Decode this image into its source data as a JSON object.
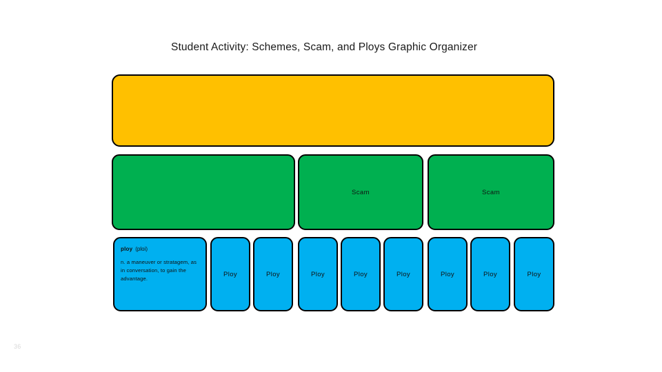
{
  "slide": {
    "title": "Student Activity: Schemes, Scam, and Ploys Graphic Organizer",
    "page_number": "36",
    "colors": {
      "yellow": "#FFC000",
      "green": "#00B050",
      "blue": "#00B0F0",
      "outline": "#000000",
      "background": "#FFFFFF",
      "text": "#111111"
    }
  },
  "organizer": {
    "scheme_row": {
      "label": "",
      "boxes": [
        {
          "name": "scheme-banner",
          "label": ""
        }
      ]
    },
    "scam_row": {
      "boxes": [
        {
          "name": "scam-box-1",
          "label": ""
        },
        {
          "name": "scam-box-2",
          "label": "Scam"
        },
        {
          "name": "scam-box-3",
          "label": "Scam"
        }
      ]
    },
    "ploy_row": {
      "definition": {
        "term": "ploy",
        "phonetic": "(ploi)",
        "text": "n.  a maneuver or stratagem, as in conversation, to gain the advantage."
      },
      "boxes": [
        {
          "name": "ploy-box-1",
          "label": "Ploy"
        },
        {
          "name": "ploy-box-2",
          "label": "Ploy"
        },
        {
          "name": "ploy-box-3",
          "label": "Ploy"
        },
        {
          "name": "ploy-box-4",
          "label": "Ploy"
        },
        {
          "name": "ploy-box-5",
          "label": "Ploy"
        },
        {
          "name": "ploy-box-6",
          "label": "Ploy"
        },
        {
          "name": "ploy-box-7",
          "label": "Ploy"
        },
        {
          "name": "ploy-box-8",
          "label": "Ploy"
        }
      ]
    }
  }
}
